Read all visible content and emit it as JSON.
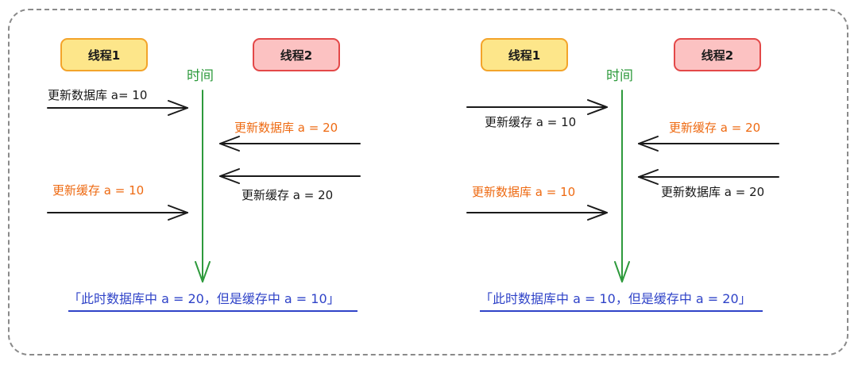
{
  "left": {
    "thread1": "线程1",
    "thread2": "线程2",
    "time": "时间",
    "events": [
      {
        "text": "更新数据库 a= 10",
        "color": "#1a1a1a"
      },
      {
        "text": "更新数据库 a = 20",
        "color": "#ee6a12"
      },
      {
        "text": "更新缓存 a = 20",
        "color": "#1a1a1a"
      },
      {
        "text": "更新缓存 a = 10",
        "color": "#ee6a12"
      }
    ],
    "result": "「此时数据库中 a = 20，但是缓存中 a = 10」"
  },
  "right": {
    "thread1": "线程1",
    "thread2": "线程2",
    "time": "时间",
    "events": [
      {
        "text": "更新缓存 a = 10",
        "color": "#1a1a1a"
      },
      {
        "text": "更新缓存 a = 20",
        "color": "#ee6a12"
      },
      {
        "text": "更新数据库 a = 20",
        "color": "#1a1a1a"
      },
      {
        "text": "更新数据库 a = 10",
        "color": "#ee6a12"
      }
    ],
    "result": "「此时数据库中 a = 10，但是缓存中 a = 20」"
  },
  "colors": {
    "thread1_fill": "#fde68a",
    "thread1_border": "#f3a42a",
    "thread2_fill": "#fcc2c2",
    "thread2_border": "#e34848",
    "timeline": "#2e9a3c",
    "highlight": "#ee6a12",
    "result": "#2f43c8"
  }
}
